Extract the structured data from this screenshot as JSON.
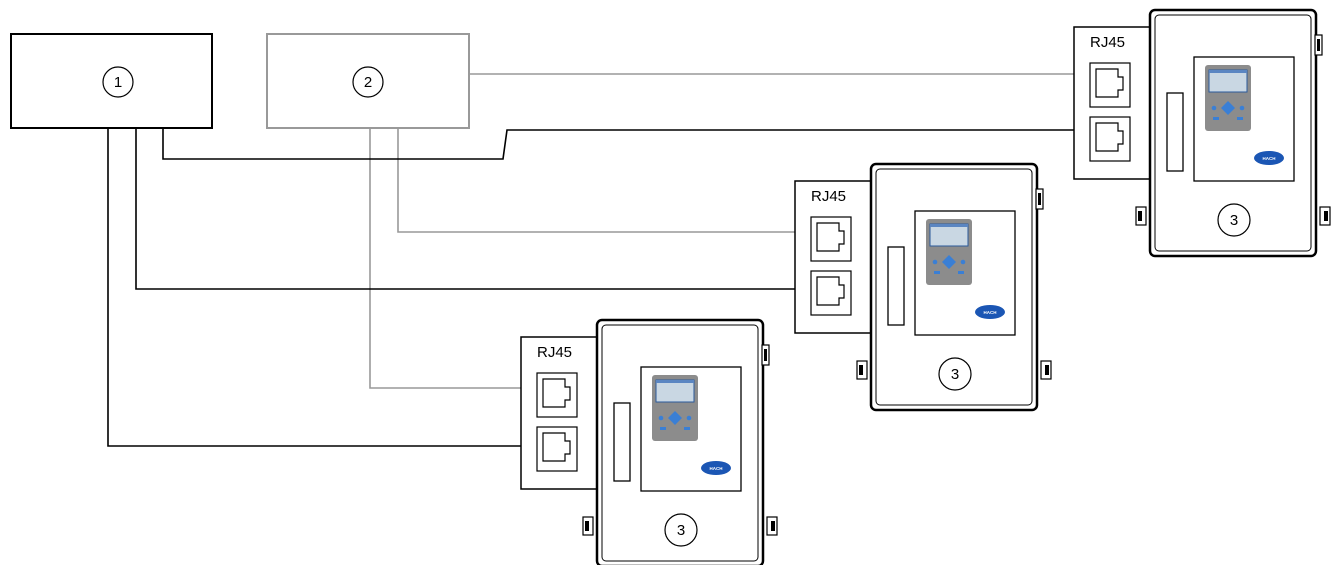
{
  "diagram": {
    "nodes": [
      {
        "id": "network-device-1",
        "callout": "1"
      },
      {
        "id": "network-device-2",
        "callout": "2"
      }
    ],
    "analyzers": [
      {
        "callout": "3",
        "port_label": "RJ45",
        "logo": "HACH"
      },
      {
        "callout": "3",
        "port_label": "RJ45",
        "logo": "HACH"
      },
      {
        "callout": "3",
        "port_label": "RJ45",
        "logo": "HACH"
      }
    ],
    "colors": {
      "device1_line": "#000000",
      "device2_line": "#999999",
      "display_screen": "#c9d7e3",
      "keypad_panel": "#8c8c8c",
      "keypad_buttons": "#3a7fd5",
      "logo": "#1b56b4"
    }
  }
}
